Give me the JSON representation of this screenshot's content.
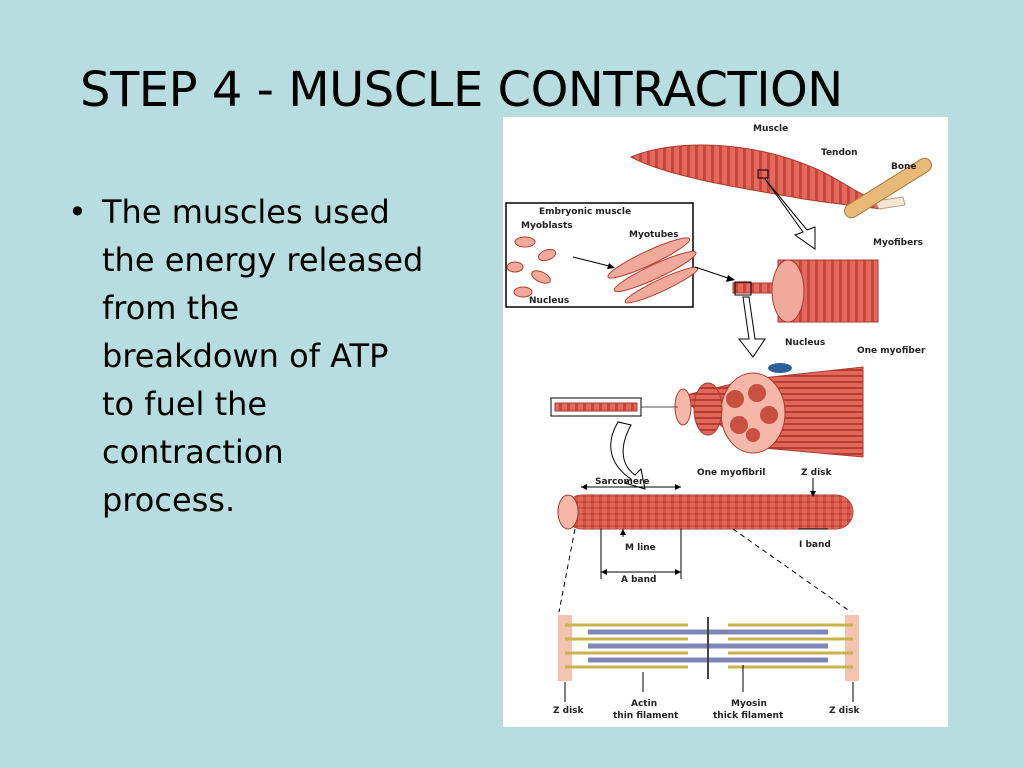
{
  "slide": {
    "title": "STEP 4 - MUSCLE CONTRACTION",
    "bullets": [
      {
        "lines": [
          "The muscles used",
          "the energy released",
          "from the",
          "breakdown of ATP",
          "to fuel the",
          "contraction",
          "process."
        ]
      }
    ]
  },
  "diagram": {
    "labels": {
      "muscle": "Muscle",
      "tendon": "Tendon",
      "bone": "Bone",
      "myofibers": "Myofibers",
      "embryonic_muscle": "Embryonic muscle",
      "myoblasts": "Myoblasts",
      "myotubes": "Myotubes",
      "nucleus_embryo": "Nucleus",
      "nucleus": "Nucleus",
      "one_myofiber": "One myofiber",
      "sarcomere": "Sarcomere",
      "one_myofibril": "One myofibril",
      "z_disk_top": "Z disk",
      "m_line": "M line",
      "i_band": "I band",
      "a_band": "A band",
      "z_disk_left": "Z disk",
      "actin": "Actin",
      "thin_filament": "thin filament",
      "myosin": "Myosin",
      "thick_filament": "thick filament",
      "z_disk_right": "Z disk"
    },
    "colors": {
      "muscle_red": "#d9574a",
      "muscle_light": "#f0a99a",
      "bone": "#e9b978",
      "myosin": "#7f86b8",
      "actin": "#c9b24a"
    }
  }
}
